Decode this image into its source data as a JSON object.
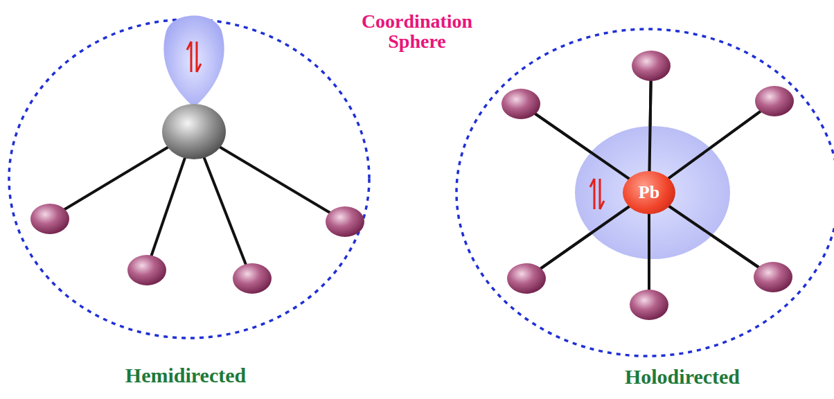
{
  "diagram": {
    "nodes": [
      {
        "text": [
          "Pb"
        ]
      }
    ],
    "labels": [
      "Coordination Sphere",
      "Hemidirected",
      "Holodirected"
    ]
  }
}
